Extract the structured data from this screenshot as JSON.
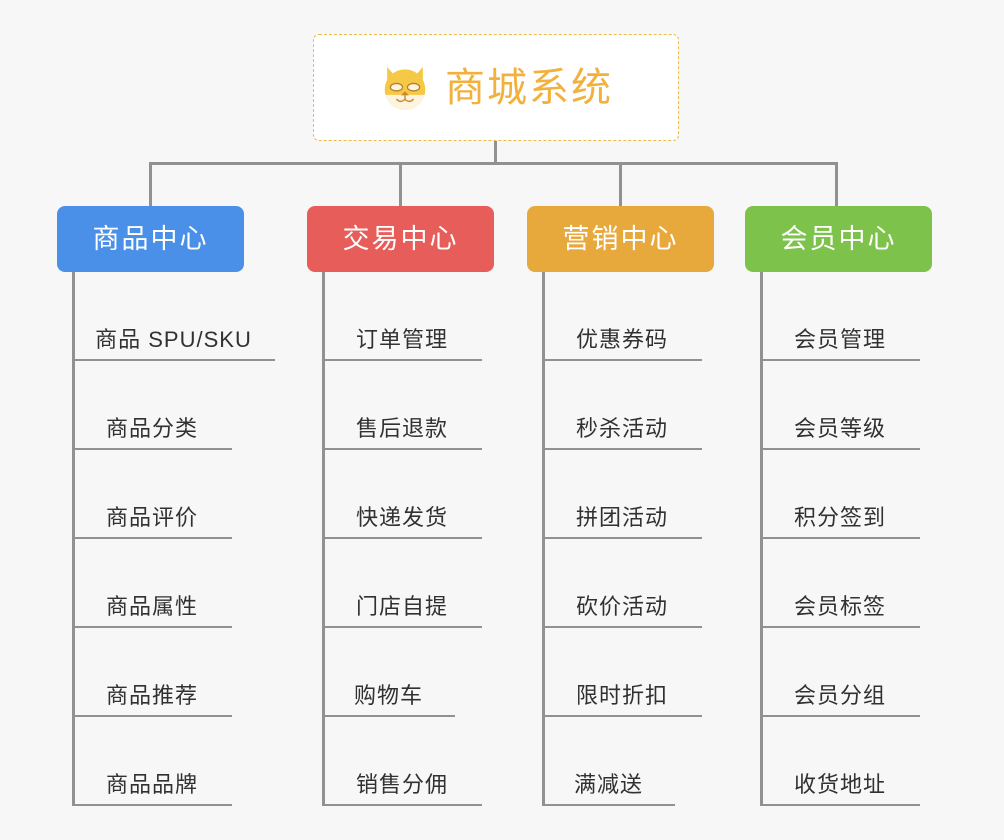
{
  "page": {
    "background_color": "#f7f7f7",
    "line_color": "#919191",
    "leaf_text_color": "#313131"
  },
  "root": {
    "title": "商城系统",
    "icon": "shiba-dog-face-icon",
    "text_color": "#f2b13c",
    "border_color": "#f0b94a",
    "background_color": "#ffffff"
  },
  "columns": [
    {
      "header": "商品中心",
      "color": "#4a90e8",
      "items": [
        "商品 SPU/SKU",
        "商品分类",
        "商品评价",
        "商品属性",
        "商品推荐",
        "商品品牌"
      ]
    },
    {
      "header": "交易中心",
      "color": "#e75d5a",
      "items": [
        "订单管理",
        "售后退款",
        "快递发货",
        "门店自提",
        "购物车",
        "销售分佣"
      ]
    },
    {
      "header": "营销中心",
      "color": "#e8a93c",
      "items": [
        "优惠券码",
        "秒杀活动",
        "拼团活动",
        "砍价活动",
        "限时折扣",
        "满减送"
      ]
    },
    {
      "header": "会员中心",
      "color": "#7dc24b",
      "items": [
        "会员管理",
        "会员等级",
        "积分签到",
        "会员标签",
        "会员分组",
        "收货地址"
      ]
    }
  ]
}
